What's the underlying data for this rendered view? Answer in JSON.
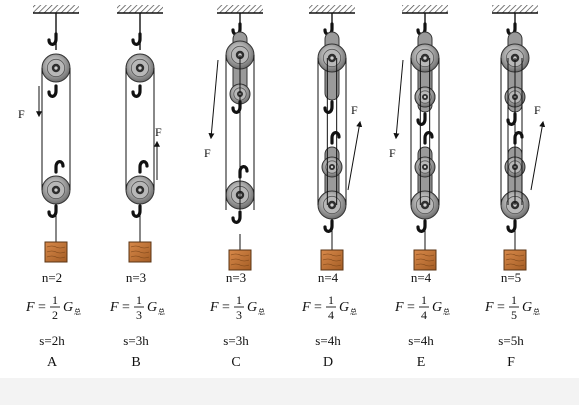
{
  "systems": [
    {
      "letter": "A",
      "n_label": "n=2",
      "denominator": "2",
      "s_label": "s=2h",
      "force_label": "F",
      "pull_direction": "down"
    },
    {
      "letter": "B",
      "n_label": "n=3",
      "denominator": "3",
      "s_label": "s=3h",
      "force_label": "F",
      "pull_direction": "up"
    },
    {
      "letter": "C",
      "n_label": "n=3",
      "denominator": "3",
      "s_label": "s=3h",
      "force_label": "F",
      "pull_direction": "down"
    },
    {
      "letter": "D",
      "n_label": "n=4",
      "denominator": "4",
      "s_label": "s=4h",
      "force_label": "F",
      "pull_direction": "up"
    },
    {
      "letter": "E",
      "n_label": "n=4",
      "denominator": "4",
      "s_label": "s=4h",
      "force_label": "F",
      "pull_direction": "down"
    },
    {
      "letter": "F",
      "n_label": "n=5",
      "denominator": "5",
      "s_label": "s=5h",
      "force_label": "F",
      "pull_direction": "up"
    }
  ],
  "formula": {
    "lhs": "F",
    "equals": "=",
    "numerator": "1",
    "g_symbol": "G",
    "g_subscript": "总"
  },
  "colors": {
    "pulley_outer": "#8c8c8c",
    "pulley_mid": "#b8b8b8",
    "pulley_hub": "#2e2e2e",
    "weight_fill": "#c0763a",
    "weight_stroke": "#5b3515",
    "ceiling": "#555555"
  }
}
